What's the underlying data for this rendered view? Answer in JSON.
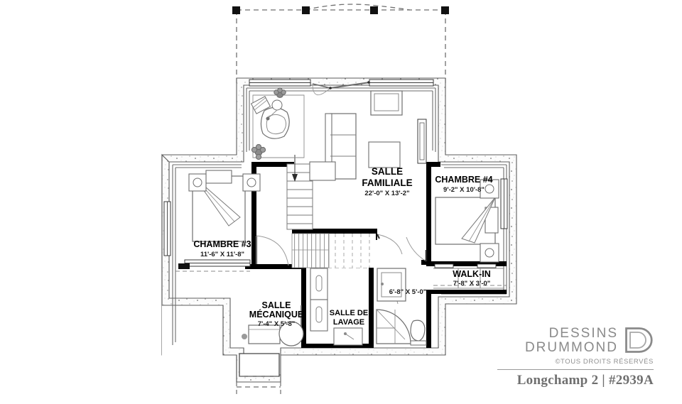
{
  "document": {
    "type": "floor-plan",
    "level_description": "basement level plan"
  },
  "rooms": [
    {
      "id": "salle-familiale",
      "name": "SALLE",
      "name_line2": "FAMILIALE",
      "dimensions": "22'-0\" X 13'-2\""
    },
    {
      "id": "chambre-4",
      "name": "CHAMBRE #4",
      "dimensions": "9'-2\" X 10'-8\""
    },
    {
      "id": "chambre-3",
      "name": "CHAMBRE #3",
      "dimensions": "11'-6\" X 11'-8\""
    },
    {
      "id": "walk-in",
      "name": "WALK-IN",
      "dimensions": "7'-8\" X 3'-0\""
    },
    {
      "id": "salle-mecanique",
      "name": "SALLE",
      "name_line2": "MÉCANIQUE",
      "dimensions": "7'-4\" X 5'-8\""
    },
    {
      "id": "salle-de-lavage",
      "name": "SALLE DE",
      "name_line2": "LAVAGE",
      "dimensions": ""
    },
    {
      "id": "salle-de-bain",
      "name": "",
      "dimensions": "6'-8\" X 5'-0\""
    }
  ],
  "labels": {
    "salle_familiale_l1": "SALLE",
    "salle_familiale_l2": "FAMILIALE",
    "salle_familiale_dim": "22'-0\" X 13'-2\"",
    "chambre4_name": "CHAMBRE #4",
    "chambre4_dim": "9'-2\" X 10'-8\"",
    "chambre3_name": "CHAMBRE #3",
    "chambre3_dim": "11'-6\" X 11'-8\"",
    "walkin_name": "WALK-IN",
    "walkin_dim": "7'-8\" X 3'-0\"",
    "mecanique_l1": "SALLE",
    "mecanique_l2": "MÉCANIQUE",
    "mecanique_dim": "7'-4\" X 5'-8\"",
    "lavage_l1": "SALLE DE",
    "lavage_l2": "LAVAGE",
    "bath_dim": "6'-8\" X 5'-0\""
  },
  "branding": {
    "logo_line1": "DESSINS",
    "logo_line2": "DRUMMOND",
    "rights": "©TOUS DROITS RÉSERVÉS",
    "plan_title": "Longchamp 2 | #2939A",
    "logo_color": "#8a8a8a",
    "title_color": "#6f6f6f"
  },
  "colors": {
    "background": "#ffffff",
    "wall_solid": "#000000",
    "wall_foundation_fill": "#fbfbfb",
    "line_thin": "#4d4d4d",
    "furniture_line": "#555555",
    "dashed_line": "#7d7d7d"
  }
}
